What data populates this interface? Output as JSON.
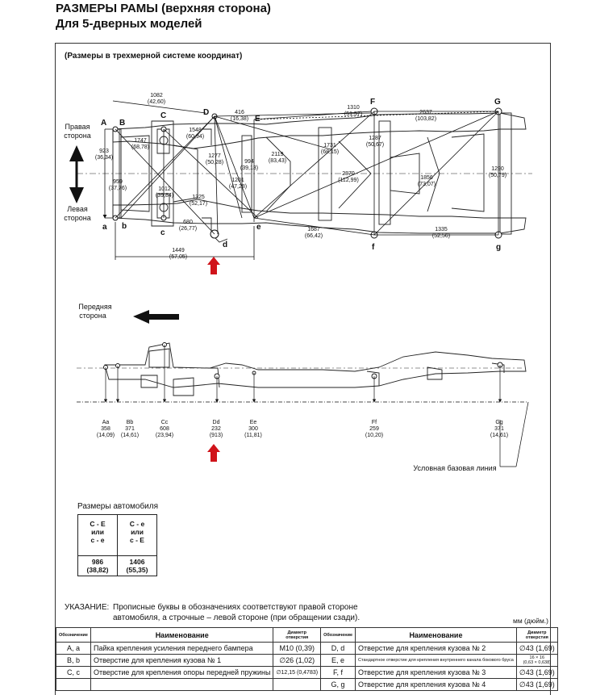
{
  "title_line1": "РАЗМЕРЫ РАМЫ (верхняя сторона)",
  "title_line2": "Для 5-дверных моделей",
  "subtitle": "(Размеры в трехмерной системе координат)",
  "side_labels": {
    "right_line1": "Правая",
    "right_line2": "сторона",
    "left_line1": "Левая",
    "left_line2": "сторона",
    "front_line1": "Передняя",
    "front_line2": "сторона",
    "baseline": "Условная базовая линия"
  },
  "points_upper": {
    "A": "A",
    "B": "B",
    "C": "C",
    "D": "D",
    "E": "E",
    "F": "F",
    "G": "G",
    "a": "a",
    "b": "b",
    "c": "c",
    "d": "d",
    "e": "e",
    "f": "f",
    "g": "g"
  },
  "dims_top": [
    {
      "mm": "1082",
      "in": "(42,60)"
    },
    {
      "mm": "416",
      "in": "(16,38)"
    },
    {
      "mm": "1310",
      "in": "(51,57)"
    },
    {
      "mm": "2637",
      "in": "(103,82)"
    },
    {
      "mm": "1548",
      "in": "(60,94)"
    },
    {
      "mm": "1747",
      "in": "(68,78)"
    },
    {
      "mm": "1277",
      "in": "(50,28)"
    },
    {
      "mm": "923",
      "in": "(36,34)"
    },
    {
      "mm": "959",
      "in": "(37,76)"
    },
    {
      "mm": "1012",
      "in": "(39,84)"
    },
    {
      "mm": "1325",
      "in": "(52,17)"
    },
    {
      "mm": "994",
      "in": "(39,13)"
    },
    {
      "mm": "1201",
      "in": "(47,28)"
    },
    {
      "mm": "2119",
      "in": "(83,43)"
    },
    {
      "mm": "1731",
      "in": "(68,15)"
    },
    {
      "mm": "1287",
      "in": "(50,67)"
    },
    {
      "mm": "2870",
      "in": "(112,99)"
    },
    {
      "mm": "1856",
      "in": "(73,07)"
    },
    {
      "mm": "1290",
      "in": "(50,79)"
    },
    {
      "mm": "680",
      "in": "(26,77)"
    },
    {
      "mm": "1687",
      "in": "(66,42)"
    },
    {
      "mm": "1335",
      "in": "(52,56)"
    },
    {
      "mm": "1449",
      "in": "(57,05)"
    }
  ],
  "heights": [
    {
      "label": "Aa",
      "mm": "358",
      "in": "(14,09)"
    },
    {
      "label": "Bb",
      "mm": "371",
      "in": "(14,61)"
    },
    {
      "label": "Cc",
      "mm": "608",
      "in": "(23,94)"
    },
    {
      "label": "Dd",
      "mm": "232",
      "in": "(913)"
    },
    {
      "label": "Ee",
      "mm": "300",
      "in": "(11,81)"
    },
    {
      "label": "Ff",
      "mm": "259",
      "in": "(10,20)"
    },
    {
      "label": "Gg",
      "mm": "371",
      "in": "(14,61)"
    }
  ],
  "vehicle_dims": {
    "title": "Размеры автомобиля",
    "h1_l1": "C - E",
    "h1_l2": "или",
    "h1_l3": "c - e",
    "h2_l1": "C - e",
    "h2_l2": "или",
    "h2_l3": "c - E",
    "v1_mm": "986",
    "v1_in": "(38,82)",
    "v2_mm": "1406",
    "v2_in": "(55,35)"
  },
  "note": {
    "key": "УКАЗАНИЕ:",
    "line1": "Прописные буквы в обозначениях соответствуют правой стороне",
    "line2": "автомобиля, а строчные – левой стороне (при обращении сзади)."
  },
  "units": "мм (дюйм.)",
  "legend": {
    "h_code": "Обозначение",
    "h_name": "Наименование",
    "h_diam1": "Диаметр",
    "h_diam2": "отверстия",
    "rows": [
      {
        "code1": "A, a",
        "name1": "Пайка крепления усиления переднего бампера",
        "diam1": "M10 (0,39)",
        "code2": "D, d",
        "name2": "Отверстие для крепления кузова № 2",
        "diam2": "∅43 (1,69)"
      },
      {
        "code1": "B, b",
        "name1": "Отверстие для крепления кузова № 1",
        "diam1": "∅26 (1,02)",
        "code2": "E, e",
        "name2": "Стандартное отверстие для крепления внутреннего канала бокового бруса",
        "diam2a": "16 × 16",
        "diam2b": "(0,63 × 0,638)"
      },
      {
        "code1": "C, c",
        "name1": "Отверстие для крепления опоры передней пружины",
        "diam1": "∅12,15 (0,4783)",
        "code2": "F, f",
        "name2": "Отверстие для крепления кузова № 3",
        "diam2": "∅43 (1,69)"
      },
      {
        "code1": "",
        "name1": "",
        "diam1": "",
        "code2": "G, g",
        "name2": "Отверстие для крепления кузова № 4",
        "diam2": "∅43 (1,69)"
      }
    ]
  }
}
